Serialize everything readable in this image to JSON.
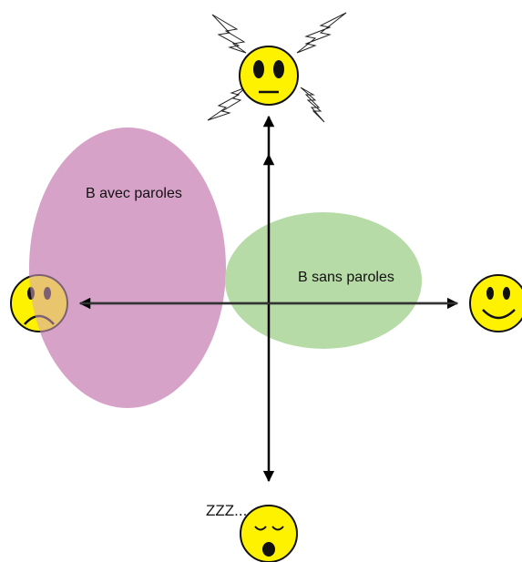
{
  "regions": {
    "with_lyrics": "B avec paroles",
    "without_lyrics": "B sans paroles"
  },
  "sleep_text": "ZZZ...",
  "emotions": {
    "top": "stressed-face-icon",
    "right": "happy-face-icon",
    "left": "sad-face-icon",
    "bottom": "sleeping-face-icon"
  },
  "colors": {
    "with_lyrics_fill": "#d7a2c8",
    "without_lyrics_fill": "#b7dba6",
    "face_yellow": "#fff200",
    "axis": "#000000"
  }
}
